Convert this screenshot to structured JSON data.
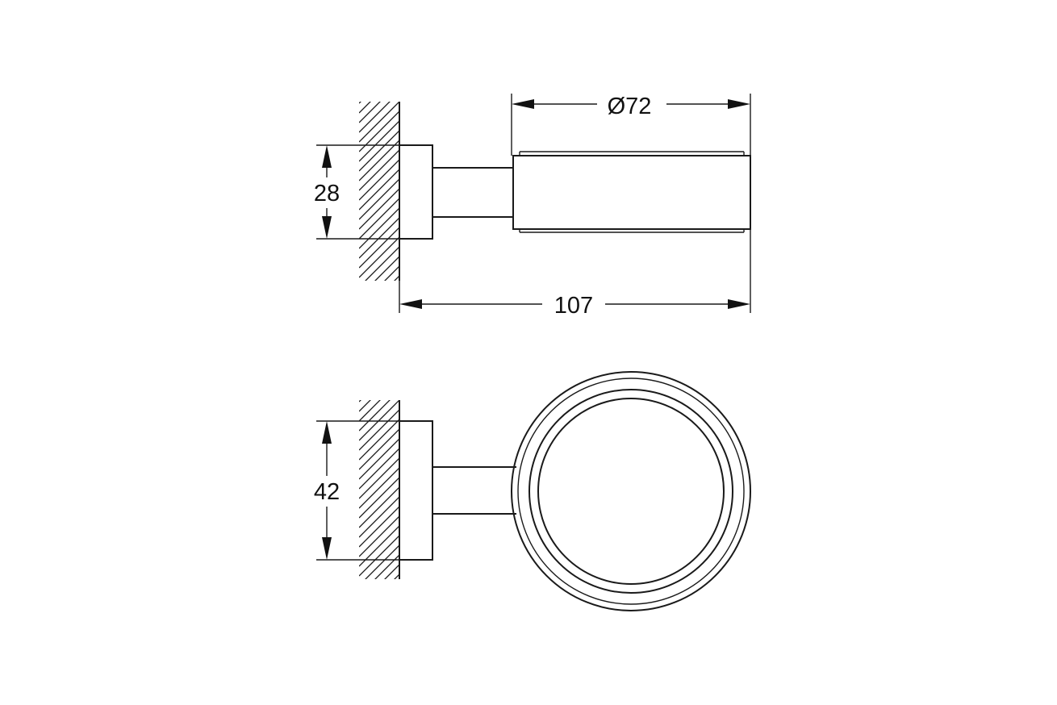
{
  "dimensions": {
    "diameter": "Ø72",
    "total_length": "107",
    "top_view_height": "28",
    "front_view_height": "42"
  },
  "colors": {
    "line": "#1a1a1a",
    "background": "#ffffff"
  }
}
